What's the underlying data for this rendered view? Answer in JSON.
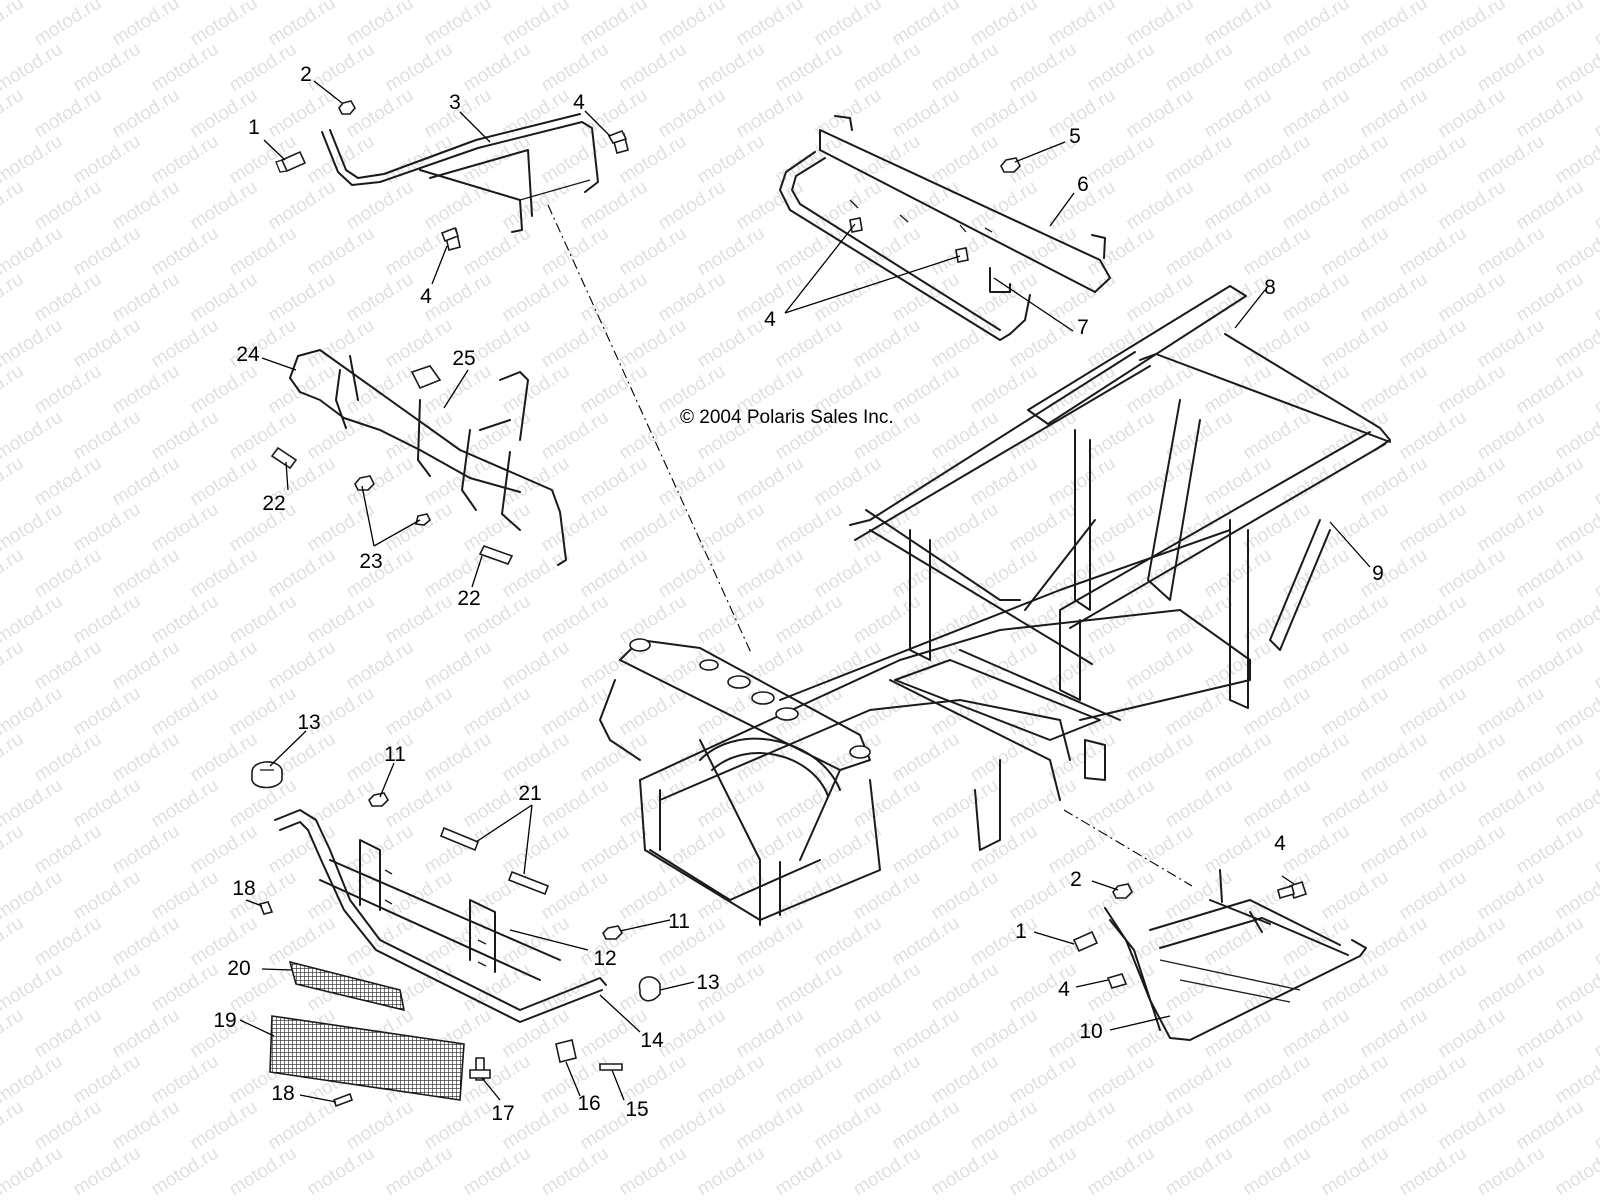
{
  "copyright": "© 2004 Polaris Sales Inc.",
  "watermark": "motod.ru",
  "callouts": {
    "c1a": "1",
    "c2a": "2",
    "c3": "3",
    "c4a": "4",
    "c4b": "4",
    "c5": "5",
    "c6": "6",
    "c4c": "4",
    "c7": "7",
    "c8": "8",
    "c9": "9",
    "c24": "24",
    "c25": "25",
    "c22a": "22",
    "c23": "23",
    "c22b": "22",
    "c13a": "13",
    "c11a": "11",
    "c21": "21",
    "c18a": "18",
    "c20": "20",
    "c19": "19",
    "c12": "12",
    "c11b": "11",
    "c13b": "13",
    "c14": "14",
    "c17": "17",
    "c16": "16",
    "c15": "15",
    "c18b": "18",
    "c4d": "4",
    "c2b": "2",
    "c1b": "1",
    "c4e": "4",
    "c10": "10"
  }
}
